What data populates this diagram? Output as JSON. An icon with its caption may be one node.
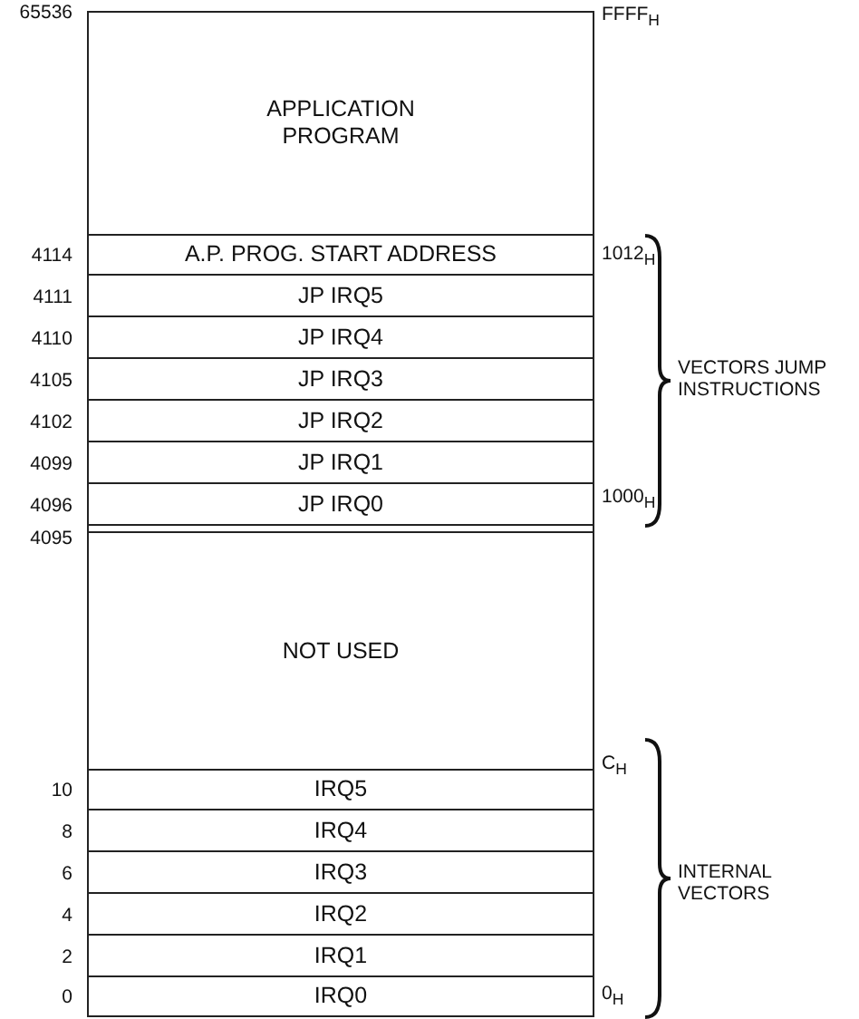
{
  "diagram": {
    "nodes": [
      {
        "text": [
          "APPLICATION PROGRAM"
        ]
      },
      {
        "text": [
          "A.P. PROG. START ADDRESS"
        ]
      },
      {
        "text": [
          "JP IRQ5"
        ]
      },
      {
        "text": [
          "JP IRQ4"
        ]
      },
      {
        "text": [
          "JP IRQ3"
        ]
      },
      {
        "text": [
          "JP IRQ2"
        ]
      },
      {
        "text": [
          "JP IRQ1"
        ]
      },
      {
        "text": [
          "JP IRQ0"
        ]
      },
      {
        "text": [
          "NOT USED"
        ]
      },
      {
        "text": [
          "IRQ5"
        ]
      },
      {
        "text": [
          "IRQ4"
        ]
      },
      {
        "text": [
          "IRQ3"
        ]
      },
      {
        "text": [
          "IRQ2"
        ]
      },
      {
        "text": [
          "IRQ1"
        ]
      },
      {
        "text": [
          "IRQ0"
        ]
      }
    ],
    "labels": [
      "65536",
      "FFFF$_{H}$",
      "4114",
      "1012$_{H}$",
      "4111",
      "4110",
      "VECTORS JUMP INSTRUCTIONS",
      "4105",
      "4102",
      "4099",
      "4096",
      "1000$_{H}$",
      "4095",
      "C$_{H}$",
      "10",
      "8",
      "6",
      "INTERNAL VECTORS",
      "4",
      "2",
      "0",
      "0$_{H}$"
    ]
  }
}
